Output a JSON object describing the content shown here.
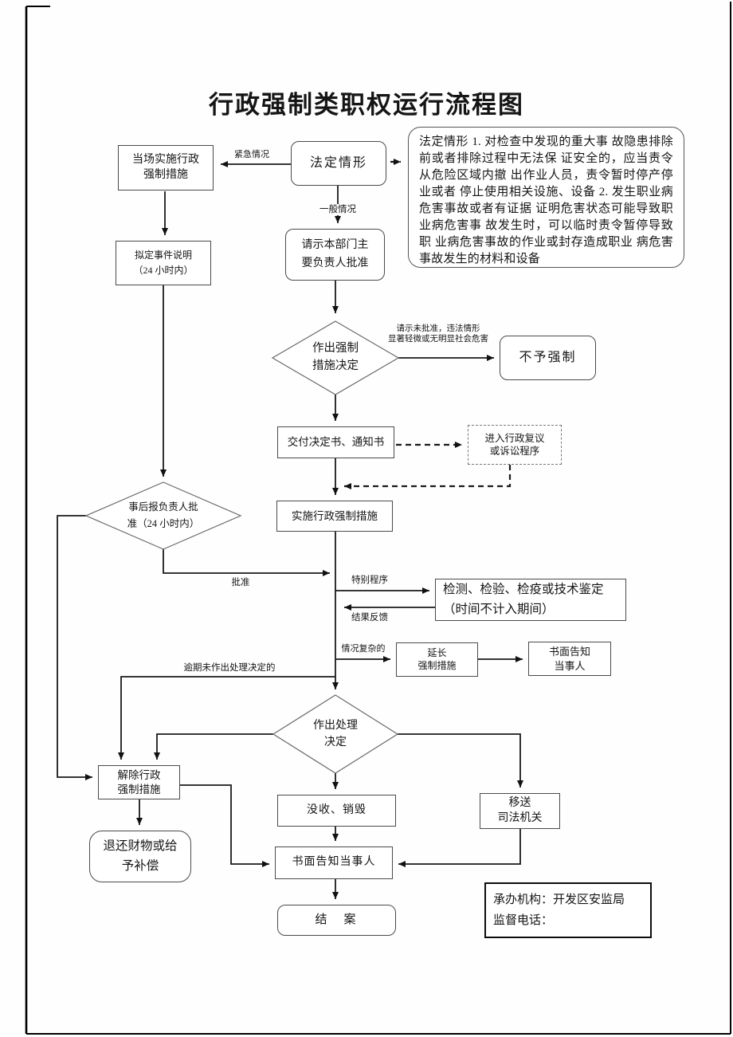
{
  "title": "行政强制类职权运行流程图",
  "colors": {
    "ink": "#1a1a1a",
    "background": "#ffffff"
  },
  "nodes": {
    "scene_enforce": {
      "lines": [
        "当场实施行政",
        "强制措施"
      ]
    },
    "legal_situation": {
      "label": "法定情形"
    },
    "legal_text": {
      "text": "法定情形 1. 对检查中发现的重大事 故隐患排除前或者排除过程中无法保 证安全的，应当责令从危险区域内撤 出作业人员，责令暂时停产停业或者 停止使用相关设施、设备 2. 发生职业病危害事故或者有证据 证明危害状态可能导致职业病危害事 故发生时，可以临时责令暂停导致职 业病危害事故的作业或封存造成职业 病危害 事故发生的材料和设备"
    },
    "request_approval": {
      "lines": [
        "请示本部门主",
        "要负责人批准"
      ]
    },
    "draft_statement": {
      "lines": [
        "拟定事件说明",
        "（24 小时内）"
      ]
    },
    "decision": {
      "lines": [
        "作出强制",
        "措施决定"
      ]
    },
    "no_enforce": {
      "label": "不予强制"
    },
    "deliver_docs": {
      "label": "交付决定书、通知书"
    },
    "review_procedure": {
      "lines": [
        "进入行政复议",
        "或诉讼程序"
      ]
    },
    "implement": {
      "label": "实施行政强制措施"
    },
    "afterward_approval": {
      "lines": [
        "事后报负责人批",
        "准（24 小时内）"
      ]
    },
    "inspection": {
      "lines": [
        "检测、检验、检疫或技术鉴定",
        "（时间不计入期间）"
      ]
    },
    "extend": {
      "lines": [
        "延长",
        "强制措施"
      ]
    },
    "notify_right": {
      "lines": [
        "书面告知",
        "当事人"
      ]
    },
    "process_decision": {
      "lines": [
        "作出处理",
        "决定"
      ]
    },
    "release": {
      "lines": [
        "解除行政",
        "强制措施"
      ]
    },
    "confiscate": {
      "label": "没收、销毁"
    },
    "transfer": {
      "lines": [
        "移送",
        "司法机关"
      ]
    },
    "refund": {
      "lines": [
        "退还财物或给",
        "予补偿"
      ]
    },
    "notify_bottom": {
      "label": "书面告知当事人"
    },
    "close_case": {
      "label": "结　案"
    },
    "agency": {
      "lines": [
        "承办机构：开发区安监局",
        "监督电话："
      ]
    }
  },
  "edge_labels": {
    "emergency": "紧急情况",
    "general": "一般情况",
    "not_approved": {
      "lines": [
        "请示未批准，违法情形",
        "显著轻微或无明显社会危害"
      ]
    },
    "approved": "批准",
    "special_procedure": "特别程序",
    "result_feedback": "结果反馈",
    "complex_case": "情况复杂的",
    "overdue": "逾期未作出处理决定的"
  }
}
